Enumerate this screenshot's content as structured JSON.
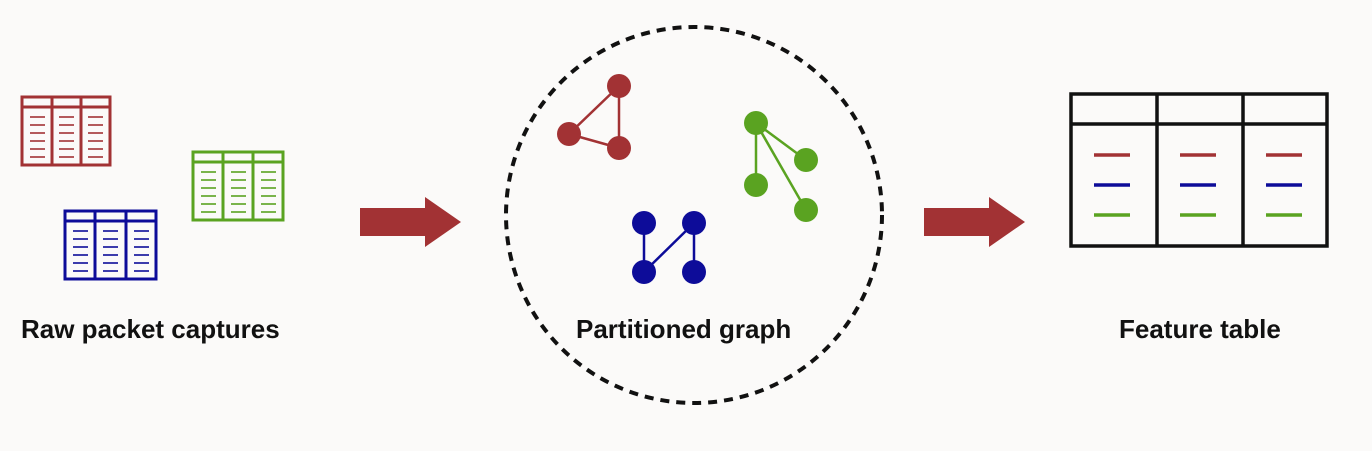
{
  "labels": {
    "raw_packet_captures": "Raw packet captures",
    "partitioned_graph": "Partitioned graph",
    "feature_table": "Feature table"
  },
  "colors": {
    "red": "#a23234",
    "green": "#5aa321",
    "blue": "#0d0c99",
    "arrow": "#a23234",
    "outline": "#111111",
    "background": "#fbfaf9"
  },
  "icons": {
    "packet_capture_sheets": [
      "red",
      "green",
      "blue"
    ],
    "graph_components": [
      "red-triangle",
      "green-star",
      "blue-zigzag"
    ],
    "arrows": [
      "right-arrow",
      "right-arrow"
    ]
  }
}
